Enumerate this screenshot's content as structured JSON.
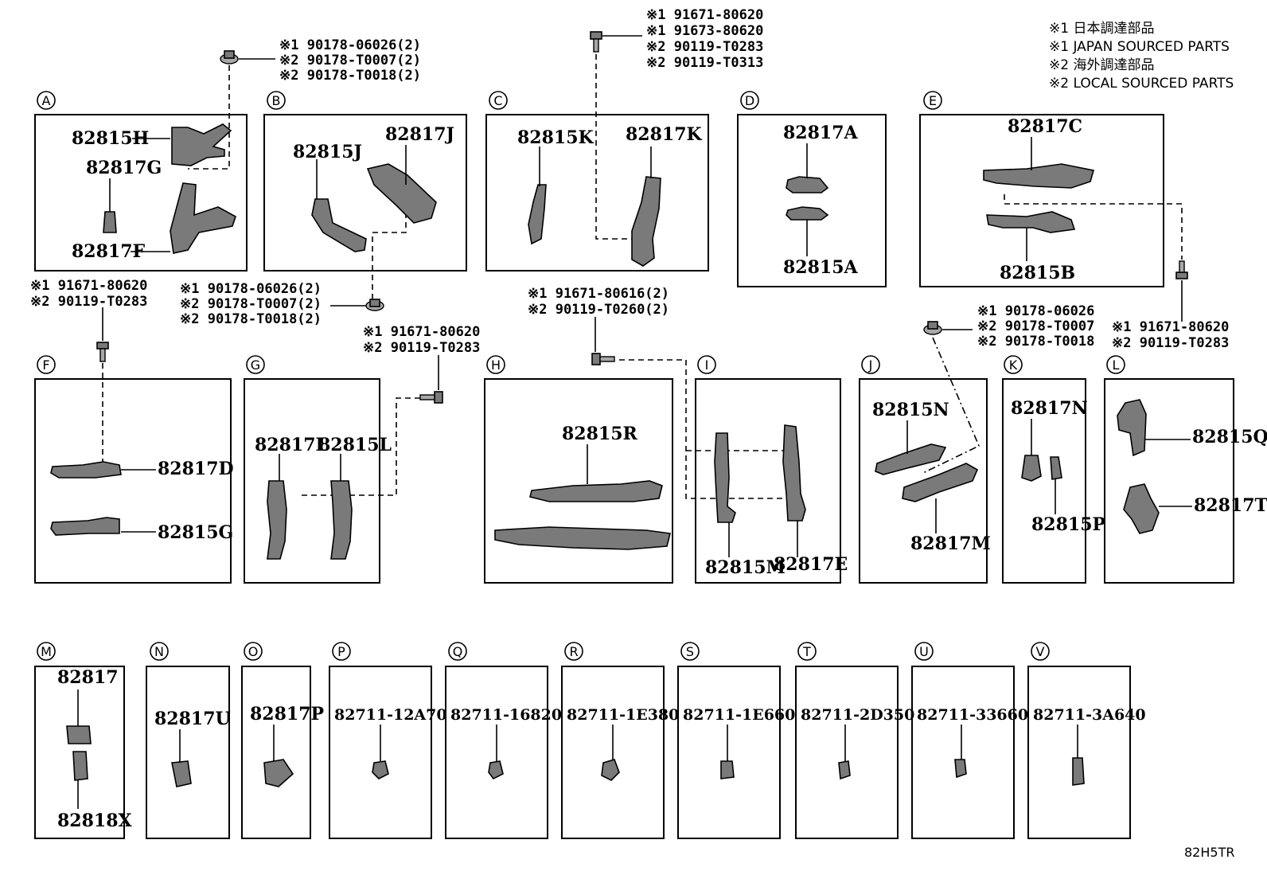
{
  "legend": [
    "※1 日本調達部品",
    "※1 JAPAN SOURCED PARTS",
    "※2 海外調達部品",
    "※2 LOCAL SOURCED PARTS"
  ],
  "diagram_code": "82H5TR",
  "panels": {
    "A": {
      "letter": "A",
      "parts": [
        "82815H",
        "82817G",
        "82817F"
      ]
    },
    "B": {
      "letter": "B",
      "parts": [
        "82815J",
        "82817J"
      ]
    },
    "C": {
      "letter": "C",
      "parts": [
        "82815K",
        "82817K"
      ]
    },
    "D": {
      "letter": "D",
      "parts": [
        "82817A",
        "82815A"
      ]
    },
    "E": {
      "letter": "E",
      "parts": [
        "82817C",
        "82815B"
      ]
    },
    "F": {
      "letter": "F",
      "parts": [
        "82817D",
        "82815G"
      ]
    },
    "G": {
      "letter": "G",
      "parts": [
        "82817L",
        "82815L"
      ]
    },
    "H": {
      "letter": "H",
      "parts": [
        "82815R"
      ]
    },
    "I": {
      "letter": "I",
      "parts": [
        "82815M",
        "82817E"
      ]
    },
    "J": {
      "letter": "J",
      "parts": [
        "82815N",
        "82817M"
      ]
    },
    "K": {
      "letter": "K",
      "parts": [
        "82817N",
        "82815P"
      ]
    },
    "L": {
      "letter": "L",
      "parts": [
        "82815Q",
        "82817T"
      ]
    },
    "M": {
      "letter": "M",
      "parts": [
        "82817",
        "82818X"
      ]
    },
    "N": {
      "letter": "N",
      "parts": [
        "82817U"
      ]
    },
    "O": {
      "letter": "O",
      "parts": [
        "82817P"
      ]
    },
    "P": {
      "letter": "P",
      "parts": [
        "82711-12A70"
      ]
    },
    "Q": {
      "letter": "Q",
      "parts": [
        "82711-16820"
      ]
    },
    "R": {
      "letter": "R",
      "parts": [
        "82711-1E380"
      ]
    },
    "S": {
      "letter": "S",
      "parts": [
        "82711-1E660"
      ]
    },
    "T": {
      "letter": "T",
      "parts": [
        "82711-2D350"
      ]
    },
    "U": {
      "letter": "U",
      "parts": [
        "82711-33660"
      ]
    },
    "V": {
      "letter": "V",
      "parts": [
        "82711-3A640"
      ]
    }
  },
  "fastener_notes": {
    "nut_a": [
      "※1 90178-06026(2)",
      "※2 90178-T0007(2)",
      "※2 90178-T0018(2)"
    ],
    "bolt_c": [
      "※1 91671-80620",
      "※1 91673-80620",
      "※2 90119-T0283",
      "※2 90119-T0313"
    ],
    "bolt_f": [
      "※1 91671-80620",
      "※2 90119-T0283"
    ],
    "nut_b": [
      "※1 90178-06026(2)",
      "※2 90178-T0007(2)",
      "※2 90178-T0018(2)"
    ],
    "bolt_g": [
      "※1 91671-80620",
      "※2 90119-T0283"
    ],
    "bolt_h": [
      "※1 91671-80616(2)",
      "※2 90119-T0260(2)"
    ],
    "nut_j": [
      "※1 90178-06026",
      "※2 90178-T0007",
      "※2 90178-T0018"
    ],
    "bolt_e": [
      "※1 91671-80620",
      "※2 90119-T0283"
    ]
  }
}
